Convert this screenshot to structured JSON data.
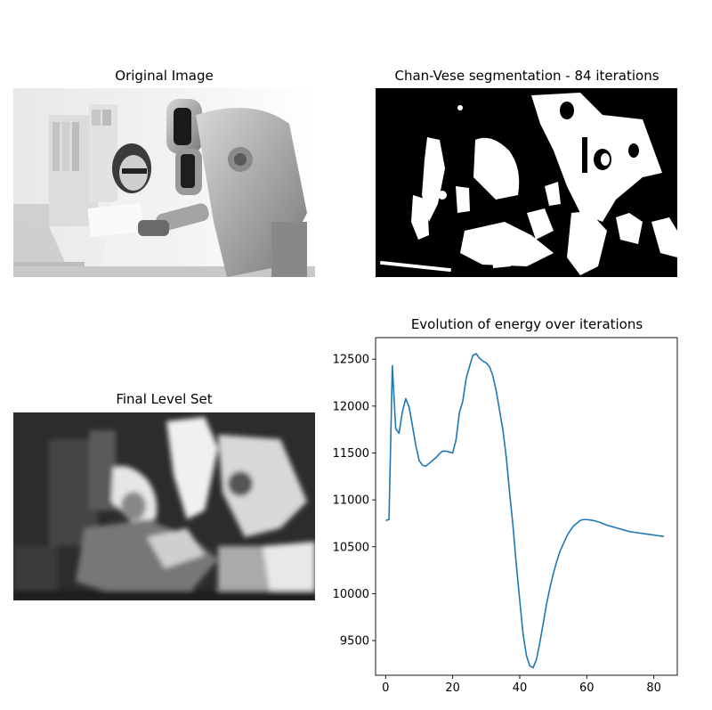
{
  "panels": {
    "original": {
      "title": "Original Image"
    },
    "segmentation": {
      "title": "Chan-Vese segmentation - 84 iterations"
    },
    "level_set": {
      "title": "Final Level Set"
    },
    "energy": {
      "title": "Evolution of energy over iterations"
    }
  },
  "colors": {
    "line": "#1f77b4",
    "axis": "#000000",
    "background": "#ffffff"
  },
  "chart_data": {
    "type": "line",
    "title": "Evolution of energy over iterations",
    "xlabel": "",
    "ylabel": "",
    "xlim": [
      -3,
      87
    ],
    "ylim": [
      9130,
      12730
    ],
    "xticks": [
      0,
      20,
      40,
      60,
      80
    ],
    "yticks": [
      9500,
      10000,
      10500,
      11000,
      11500,
      12000,
      12500
    ],
    "grid": false,
    "series": [
      {
        "x": [
          0,
          1,
          2,
          3,
          4,
          5,
          6,
          7,
          8,
          9,
          10,
          11,
          12,
          13,
          14,
          15,
          16,
          17,
          18,
          19,
          20,
          21,
          22,
          23,
          24,
          25,
          26,
          27,
          28,
          29,
          30,
          31,
          32,
          33,
          34,
          35,
          36,
          37,
          38,
          39,
          40,
          41,
          42,
          43,
          44,
          45,
          46,
          47,
          48,
          49,
          50,
          51,
          52,
          53,
          54,
          55,
          56,
          57,
          58,
          59,
          60,
          61,
          62,
          63,
          64,
          65,
          66,
          67,
          68,
          69,
          70,
          71,
          72,
          73,
          74,
          75,
          76,
          77,
          78,
          79,
          80,
          81,
          82,
          83
        ],
        "y": [
          10780,
          10790,
          12430,
          11760,
          11710,
          11940,
          12080,
          11990,
          11790,
          11580,
          11420,
          11370,
          11360,
          11390,
          11420,
          11450,
          11490,
          11520,
          11520,
          11510,
          11500,
          11640,
          11930,
          12050,
          12290,
          12420,
          12540,
          12560,
          12510,
          12480,
          12460,
          12420,
          12320,
          12160,
          11950,
          11740,
          11450,
          11070,
          10720,
          10300,
          9930,
          9570,
          9340,
          9230,
          9210,
          9300,
          9480,
          9680,
          9890,
          10060,
          10210,
          10340,
          10450,
          10530,
          10610,
          10670,
          10720,
          10750,
          10780,
          10790,
          10790,
          10785,
          10780,
          10770,
          10760,
          10745,
          10730,
          10720,
          10710,
          10700,
          10690,
          10680,
          10670,
          10660,
          10655,
          10650,
          10645,
          10640,
          10635,
          10630,
          10625,
          10620,
          10615,
          10610
        ]
      }
    ]
  }
}
